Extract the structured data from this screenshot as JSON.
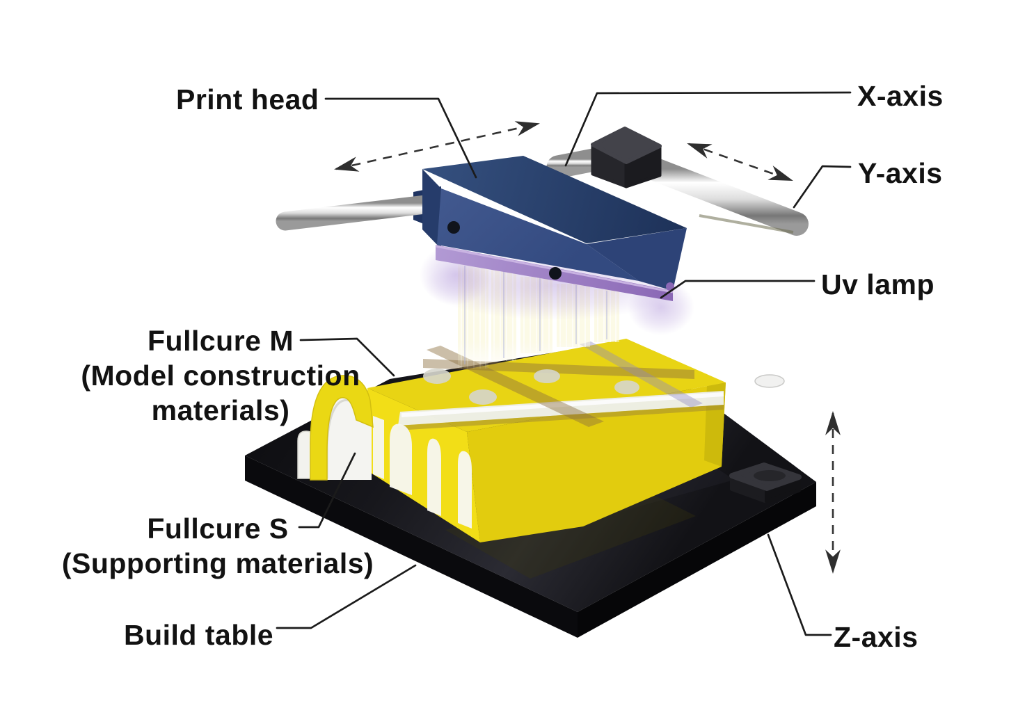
{
  "labels": {
    "print_head": "Print head",
    "x_axis": "X-axis",
    "y_axis": "Y-axis",
    "uv_lamp": "Uv lamp",
    "fullcure_m": {
      "line1": "Fullcure M",
      "line2": "(Model construction",
      "line3": "materials)"
    },
    "fullcure_s": {
      "line1": "Fullcure S",
      "line2": "(Supporting materials)"
    },
    "build_table": "Build table",
    "z_axis": "Z-axis"
  },
  "colors": {
    "model_material_yellow": "#e8d414",
    "support_material_white": "#f4f4f1",
    "print_head_blue": "#3b548c",
    "uv_lamp_purple": "#9d7cc6",
    "build_table_black": "#131318",
    "rod_silver": "#e8e8e8",
    "carriage_black": "#26262b",
    "label_text": "#121212",
    "leader_line": "#1b1b1b",
    "motion_arrow": "#2e2e2e"
  }
}
